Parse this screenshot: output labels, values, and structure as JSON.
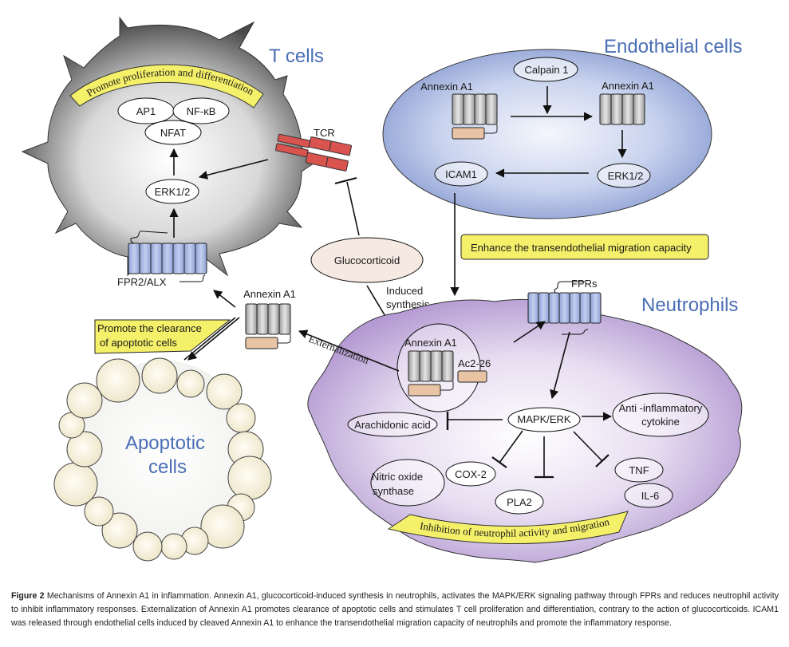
{
  "tcell": {
    "title": "T cells",
    "banner": "Promote proliferation and differentiation",
    "nodes": {
      "ap1": "AP1",
      "nfkb": "NF-κB",
      "nfat": "NFAT",
      "erk": "ERK1/2"
    },
    "receptor": "FPR2/ALX",
    "tcr": "TCR"
  },
  "endothelial": {
    "title": "Endothelial cells",
    "calpain": "Calpain 1",
    "annexin_full": "Annexin A1",
    "annexin_cleaved": "Annexin A1",
    "erk": "ERK1/2",
    "icam": "ICAM1"
  },
  "transendothelial_box": "Enhance the transendothelial migration capacity",
  "glucocorticoid": "Glucocorticoid",
  "induced_synthesis": [
    "Induced",
    "synthesis"
  ],
  "externalization": "Externalization",
  "external_annexin": "Annexin A1",
  "clearance_box": [
    "Promote the clearance",
    "of apoptotic cells"
  ],
  "apoptotic": {
    "title": [
      "Apoptotic",
      "cells"
    ]
  },
  "neutrophil": {
    "title": "Neutrophils",
    "fprs": "FPRs",
    "annexin": "Annexin A1",
    "ac2": "Ac2-26",
    "mapk": "MAPK/ERK",
    "arachidonic": "Arachidonic acid",
    "anti_inflam": [
      "Anti -inflammatory",
      "cytokine"
    ],
    "cox2": "COX-2",
    "nos": [
      "Nitric oxide",
      "synthase"
    ],
    "pla2": "PLA2",
    "tnf": "TNF",
    "il6": "IL-6",
    "banner": "Inhibition of neutrophil activity and migration"
  },
  "colors": {
    "title_blue": "#4a6eb5",
    "receptor_blue": "#a9b9e3",
    "tcr_red": "#d9534f",
    "annexin_gray": "#b5b5b5",
    "annexin_tan": "#e8c4a4",
    "banner_yellow": "#f5f06a",
    "neutrophil_purple": "#c7b3dd",
    "endothelial_blue": "#9fb0dc",
    "apoptotic_bubble": "#f3eed8"
  },
  "caption": {
    "label": "Figure 2",
    "text": " Mechanisms of Annexin A1 in inflammation. Annexin A1, glucocorticoid-induced synthesis in neutrophils, activates the MAPK/ERK signaling pathway through FPRs and reduces neutrophil activity to inhibit inflammatory responses. Externalization of Annexin A1 promotes clearance of apoptotic cells and stimulates T cell proliferation and differentiation, contrary to the action of glucocorticoids. ICAM1 was released through endothelial cells induced by cleaved Annexin A1 to enhance the transendothelial migration capacity of neutrophils and promote the inflammatory response."
  }
}
